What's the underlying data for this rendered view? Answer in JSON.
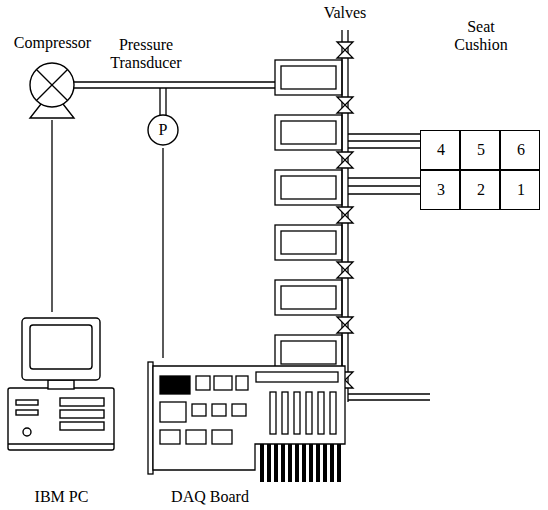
{
  "diagram": {
    "nodes": [
      {
        "text": [
          "Compressor"
        ]
      },
      {
        "text": [
          "Pressure Transducer",
          "P"
        ]
      },
      {
        "text": [
          "Seat Cushion"
        ]
      },
      {
        "text": [
          "4"
        ],
        "in": 2
      },
      {
        "text": [
          "5"
        ],
        "in": 2
      },
      {
        "text": [
          "6"
        ],
        "in": 2
      },
      {
        "text": [
          "3"
        ],
        "in": 2
      },
      {
        "text": [
          "2"
        ],
        "in": 2
      },
      {
        "text": [
          "1"
        ],
        "in": 2
      },
      {
        "text": [
          "IBM PC"
        ]
      },
      {
        "text": [
          "DAQ Board"
        ]
      }
    ],
    "edges": [
      {
        "from": 0,
        "to": 9,
        "arrow": "none"
      },
      {
        "from": 1,
        "to": 10,
        "arrow": "none"
      }
    ],
    "labels": [
      "Valves"
    ]
  }
}
